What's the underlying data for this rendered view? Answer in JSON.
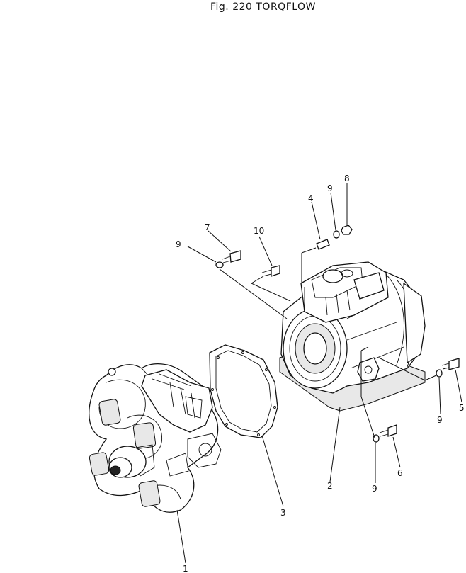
{
  "title": "Fig. 220   TORQFLOW",
  "callouts": [
    {
      "id": "c1",
      "label": "1"
    },
    {
      "id": "c2",
      "label": "2"
    },
    {
      "id": "c3",
      "label": "3"
    },
    {
      "id": "c4",
      "label": "4"
    },
    {
      "id": "c5",
      "label": "5"
    },
    {
      "id": "c6",
      "label": "6"
    },
    {
      "id": "c7",
      "label": "7"
    },
    {
      "id": "c8",
      "label": "8"
    },
    {
      "id": "c9a",
      "label": "9"
    },
    {
      "id": "c9b",
      "label": "9"
    },
    {
      "id": "c9c",
      "label": "9"
    },
    {
      "id": "c9d",
      "label": "9"
    },
    {
      "id": "c10",
      "label": "10"
    }
  ]
}
